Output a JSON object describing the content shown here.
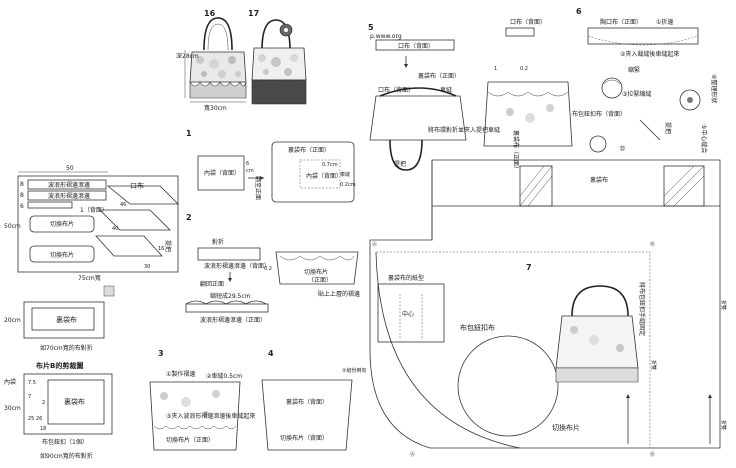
{
  "products": {
    "bag16": "16",
    "bag17": "17",
    "height": "深28cm",
    "width": "寬30cm"
  },
  "steps": {
    "s1": "1",
    "s2": "2",
    "s3": "3",
    "s4": "4",
    "s5": "5",
    "s6": "6",
    "s7": "7"
  },
  "layout_a": {
    "w_top": "50",
    "m8a": "8",
    "m8b": "8",
    "m6": "6",
    "ruffle1": "波浪形褶邊滾邊",
    "ruffle2": "波浪形褶邊滾邊",
    "pocket": "口布",
    "one_back": "1（背面）",
    "d46": "46",
    "d40": "40",
    "d30": "30",
    "d16": "16",
    "height": "50cm",
    "width": "75cm寬",
    "strip1": "切換布片",
    "strip2": "切換布片",
    "handle": "提把"
  },
  "layout_b": {
    "h20": "20cm",
    "lining": "裏袋布",
    "width": "如70cm寬的布對折",
    "title": "布片B的剪裁圖",
    "inner": "內袋",
    "h30": "30cm",
    "n75": "7.5",
    "n7": "7",
    "n25": "25",
    "n26": "26",
    "n2": "2",
    "n18": "18",
    "lining2": "裏袋布",
    "grosgrain": "布包鈕扣（1個）",
    "width2": "如90cm寬的布對折"
  },
  "step1": {
    "label": "內袋（背面）",
    "dim_6": "6",
    "dim_cm": "cm",
    "turn": "翻至正面",
    "d07": "0.7cm",
    "d02": "0.2cm",
    "pocket_back": "內袋（背面）",
    "lining_face": "裏袋布（正面）",
    "stitch": "車縫"
  },
  "step2": {
    "fold": "對折",
    "ruffle": "波浪形褶邊滾邊（背面）",
    "ruffle2": "波浪形褶邊滾邊（正面）",
    "turn": "翻回正面",
    "gather": "縮短成29.5cm",
    "d02": "0.2",
    "cut": "切換布片",
    "cut2": "（正面）",
    "note": "貼上上層的褶邊"
  },
  "step3": {
    "make": "①製作褶邊",
    "stitch": "②車縫0.5cm",
    "insert": "③夾入波浪形褶邊滾邊後車縫起來",
    "face": "切換布片（正面）"
  },
  "step4": {
    "lining": "裏袋布（背面）",
    "face": "切換布片（背面）",
    "note": "②縫份倒向"
  },
  "step5": {
    "site": "p.www.org",
    "pocket": "口布（背面）",
    "lining": "裏袋布（正面）",
    "stitch": "車縫",
    "bag_face": "口布（背面）",
    "d02": "0.2",
    "one": "1",
    "handle_note": "將布環對折並夾入提把車縫",
    "handle": "提把",
    "lining2": "裏袋布（正面）"
  },
  "step6": {
    "pocket": "胸口布（正面）",
    "fold": "①折邊",
    "sew": "②夾入裁縫後車縫起來",
    "shrink": "縮緊",
    "handle": "提把",
    "gathered": "③拉緊縮縫",
    "knot": "④整理形狀",
    "back": "布包鈕扣布（背面）",
    "cut": "剪",
    "stitch": "⑤中心縫合"
  },
  "pattern": {
    "lining": "裏袋布",
    "cut": "切換布片",
    "template": "裏袋布的紙型",
    "center": "中心",
    "button": "布包鈕扣布",
    "handle_note": "將布包鈕扣手縫固定",
    "a": "Ⓐ",
    "b": "Ⓑ",
    "fold": "折雙",
    "fold2": "折雙",
    "fold3": "折雙"
  }
}
